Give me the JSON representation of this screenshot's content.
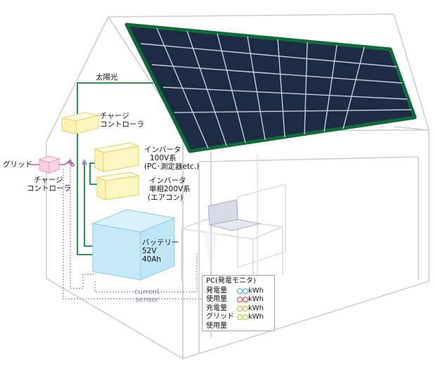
{
  "labels": {
    "solar": "太陽光",
    "grid": "グリッド",
    "charge_controller_top": [
      "チャージ",
      "コントローラ"
    ],
    "charge_controller_left": [
      "チャージ",
      "コントローラ"
    ],
    "inverter_100v": [
      "インバータ",
      "100V系",
      "(PC･測定器etc.)"
    ],
    "inverter_200v": [
      "インバータ",
      "単相200V系",
      "(エアコン)"
    ],
    "battery": [
      "バッテリー",
      "52V",
      "40Ah"
    ],
    "current_sensor": [
      "current",
      "sensor"
    ]
  },
  "monitor": {
    "title": "PC(発電モニタ)",
    "rows": [
      {
        "label": "発電量",
        "unit": "kWh",
        "ring_color": "#3aa7e8"
      },
      {
        "label": "使用量",
        "unit": "kWh",
        "ring_color": "#e03030"
      },
      {
        "label": "充電量",
        "unit": "kWh",
        "ring_color": "#f0a020"
      },
      {
        "label": "グリッド",
        "unit": "kWh",
        "ring_color": "#9ccc2c"
      },
      {
        "label": "使用量",
        "unit": "",
        "ring_color": ""
      }
    ]
  },
  "colors": {
    "house_outline": "#cfcfcf",
    "wire_green": "#128a3c",
    "sensor_wire": "#8a8fc4",
    "panel_dark": "#1d2b45",
    "panel_border": "#0f6b3a",
    "box_yellow": "#fff6c2",
    "box_yellow_edge": "#e6cf63",
    "battery_blue": "#bfe6f7",
    "battery_edge": "#8ccbe6",
    "grid_box_pink": "#fbd6ea"
  }
}
